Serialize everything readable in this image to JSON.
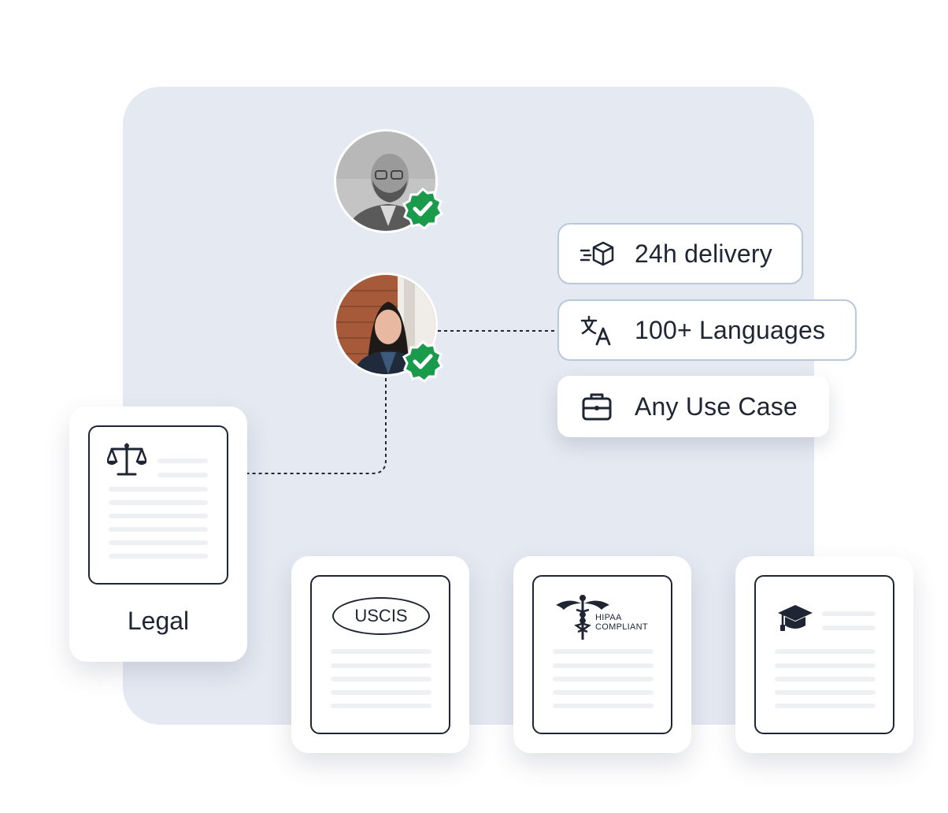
{
  "features": [
    {
      "label": "24h delivery",
      "icon": "delivery-box-icon"
    },
    {
      "label": "100+ Languages",
      "icon": "translate-icon"
    },
    {
      "label": "Any Use Case",
      "icon": "briefcase-icon"
    }
  ],
  "cards": {
    "legal": {
      "label": "Legal",
      "icon": "scales-icon"
    },
    "uscis": {
      "seal_text": "USCIS"
    },
    "hipaa": {
      "line1": "HIPAA",
      "line2": "COMPLIANT",
      "icon": "caduceus-icon"
    },
    "education": {
      "icon": "graduation-cap-icon"
    }
  },
  "colors": {
    "panel": "#e5e9f2",
    "badge": "#1a9b4b",
    "ink": "#1f2533",
    "pill_border": "#b9c7dd"
  }
}
